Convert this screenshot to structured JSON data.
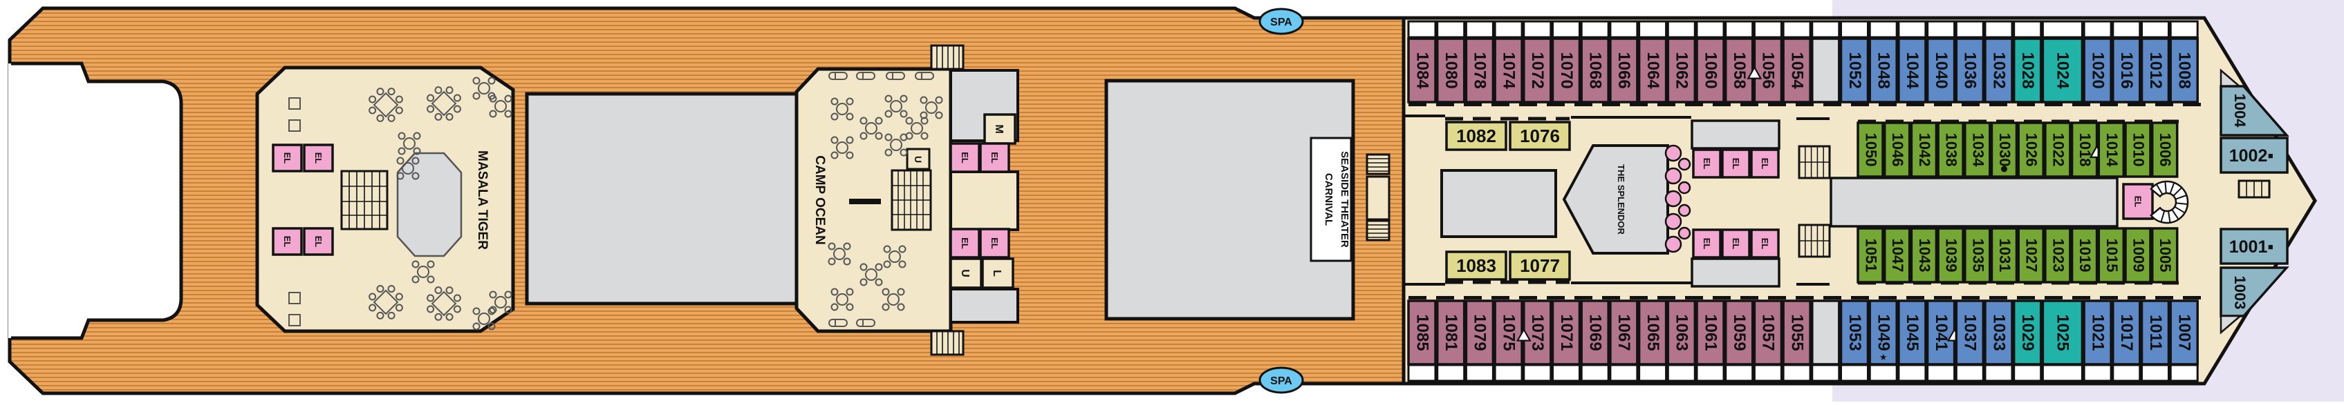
{
  "labels": {
    "spa": "SPA",
    "elevator": "EL",
    "masala_tiger": "MASALA TIGER",
    "camp_ocean": "CAMP OCEAN",
    "theater_line1": "CARNIVAL",
    "theater_line2": "SEASIDE THEATER",
    "splendor": "THE SPLENDOR",
    "room_m": "M",
    "room_u": "U",
    "room_l": "L",
    "stairs_u": "U"
  },
  "palette": {
    "mauve": "#B3758B",
    "blue": "#5E8AC7",
    "teal": "#22B3A8",
    "green": "#74A733",
    "gray": "#D8DADC",
    "steel": "#8FB6C5",
    "yellow": "#E0DA8E",
    "pink": "#F3A8D1",
    "beige": "#F3E7C9",
    "orange": "#EBA85C",
    "plank": "#C8803B",
    "lavender": "#E8E4F3",
    "spa_blue": "#6CC9F2",
    "outline": "#121212"
  },
  "cabins": {
    "top_outer": [
      {
        "n": "1084",
        "color": "mauve"
      },
      {
        "n": "1080",
        "color": "mauve"
      },
      {
        "n": "1078",
        "color": "mauve"
      },
      {
        "n": "1074",
        "color": "mauve"
      },
      {
        "n": "1072",
        "color": "mauve"
      },
      {
        "n": "1070",
        "color": "mauve"
      },
      {
        "n": "1068",
        "color": "mauve"
      },
      {
        "n": "1066",
        "color": "mauve"
      },
      {
        "n": "1064",
        "color": "mauve"
      },
      {
        "n": "1062",
        "color": "mauve"
      },
      {
        "n": "1060",
        "color": "mauve"
      },
      {
        "n": "1058",
        "color": "mauve"
      },
      {
        "n": "1056",
        "color": "mauve",
        "marker": "tri",
        "mside": "l"
      },
      {
        "n": "1054",
        "color": "mauve"
      },
      {
        "n": "",
        "color": "gray"
      },
      {
        "n": "1052",
        "color": "blue"
      },
      {
        "n": "1048",
        "color": "blue"
      },
      {
        "n": "1044",
        "color": "blue"
      },
      {
        "n": "1040",
        "color": "blue"
      },
      {
        "n": "1036",
        "color": "blue"
      },
      {
        "n": "1032",
        "color": "blue"
      },
      {
        "n": "1028",
        "color": "teal"
      },
      {
        "n": "1024",
        "color": "teal",
        "wide": true
      },
      {
        "n": "1020",
        "color": "blue"
      },
      {
        "n": "1016",
        "color": "blue"
      },
      {
        "n": "1012",
        "color": "blue"
      },
      {
        "n": "1008",
        "color": "blue"
      }
    ],
    "bottom_outer": [
      {
        "n": "1085",
        "color": "mauve"
      },
      {
        "n": "1081",
        "color": "mauve"
      },
      {
        "n": "1079",
        "color": "mauve"
      },
      {
        "n": "1075",
        "color": "mauve"
      },
      {
        "n": "1073",
        "color": "mauve",
        "marker": "tri",
        "mside": "l"
      },
      {
        "n": "1071",
        "color": "mauve"
      },
      {
        "n": "1069",
        "color": "mauve"
      },
      {
        "n": "1067",
        "color": "mauve"
      },
      {
        "n": "1065",
        "color": "mauve"
      },
      {
        "n": "1063",
        "color": "mauve"
      },
      {
        "n": "1061",
        "color": "mauve"
      },
      {
        "n": "1059",
        "color": "mauve"
      },
      {
        "n": "1057",
        "color": "mauve"
      },
      {
        "n": "1055",
        "color": "mauve"
      },
      {
        "n": "",
        "color": "gray"
      },
      {
        "n": "1053",
        "color": "blue"
      },
      {
        "n": "1049",
        "color": "blue",
        "marker": "star"
      },
      {
        "n": "1045",
        "color": "blue"
      },
      {
        "n": "1041",
        "color": "blue",
        "marker": "tri",
        "mside": "r"
      },
      {
        "n": "1037",
        "color": "blue"
      },
      {
        "n": "1033",
        "color": "blue"
      },
      {
        "n": "1029",
        "color": "teal"
      },
      {
        "n": "1025",
        "color": "teal",
        "wide": true
      },
      {
        "n": "1021",
        "color": "blue"
      },
      {
        "n": "1017",
        "color": "blue"
      },
      {
        "n": "1011",
        "color": "blue"
      },
      {
        "n": "1007",
        "color": "blue"
      }
    ],
    "mid_top": [
      {
        "n": "1050",
        "color": "green"
      },
      {
        "n": "1046",
        "color": "green"
      },
      {
        "n": "1042",
        "color": "green"
      },
      {
        "n": "1038",
        "color": "green"
      },
      {
        "n": "1034",
        "color": "green"
      },
      {
        "n": "1030",
        "color": "green",
        "marker": "dot"
      },
      {
        "n": "1026",
        "color": "green"
      },
      {
        "n": "1022",
        "color": "green"
      },
      {
        "n": "1018",
        "color": "green",
        "marker": "tri",
        "mside": "r"
      },
      {
        "n": "1014",
        "color": "green"
      },
      {
        "n": "1010",
        "color": "green"
      },
      {
        "n": "1006",
        "color": "green"
      }
    ],
    "mid_bottom": [
      {
        "n": "1051",
        "color": "green"
      },
      {
        "n": "1047",
        "color": "green"
      },
      {
        "n": "1043",
        "color": "green"
      },
      {
        "n": "1039",
        "color": "green"
      },
      {
        "n": "1035",
        "color": "green"
      },
      {
        "n": "1031",
        "color": "green"
      },
      {
        "n": "1027",
        "color": "green"
      },
      {
        "n": "1023",
        "color": "green"
      },
      {
        "n": "1019",
        "color": "green"
      },
      {
        "n": "1015",
        "color": "green"
      },
      {
        "n": "1009",
        "color": "green"
      },
      {
        "n": "1005",
        "color": "green"
      }
    ],
    "interior": [
      {
        "n": "1082",
        "color": "yellow"
      },
      {
        "n": "1076",
        "color": "yellow"
      },
      {
        "n": "1083",
        "color": "yellow"
      },
      {
        "n": "1077",
        "color": "yellow"
      }
    ],
    "stern": [
      {
        "n": "1004",
        "color": "steel",
        "shape": "wedge_up"
      },
      {
        "n": "1002",
        "color": "steel",
        "marker": "square"
      },
      {
        "n": "1001",
        "color": "steel",
        "marker": "square"
      },
      {
        "n": "1003",
        "color": "steel",
        "shape": "wedge_down"
      }
    ]
  }
}
